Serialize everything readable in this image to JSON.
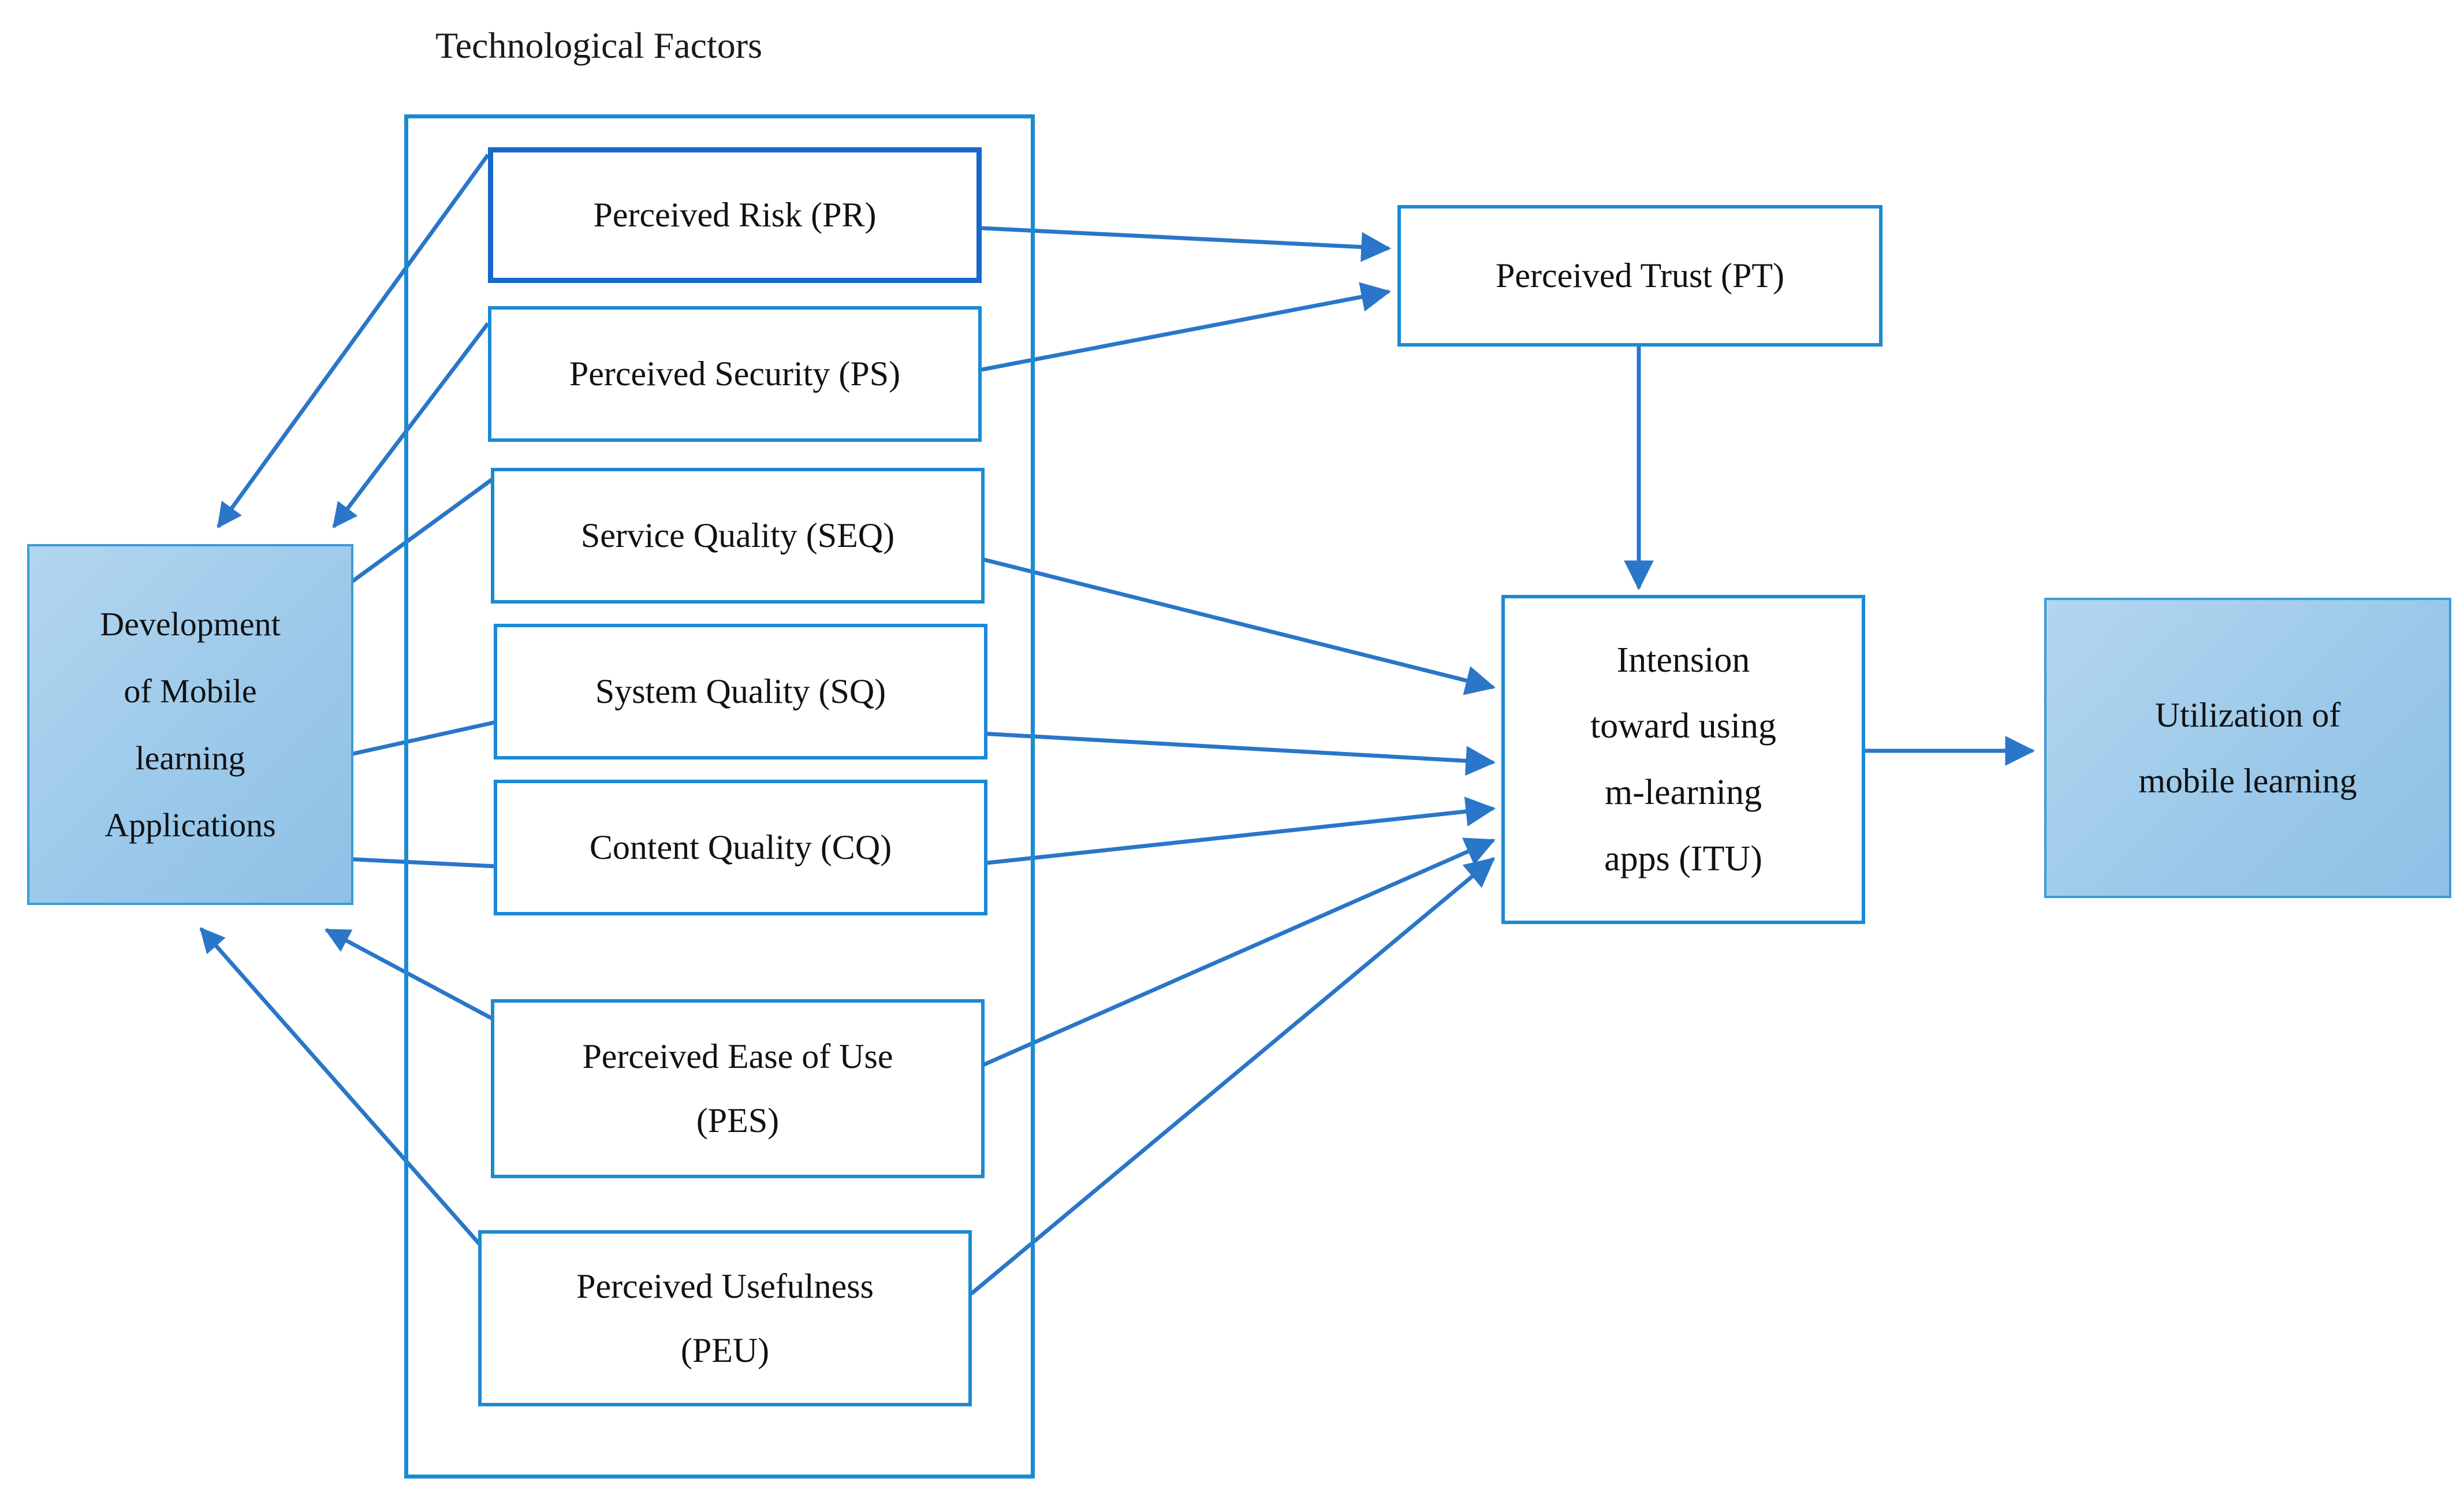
{
  "diagram": {
    "title": "Technological Factors",
    "accent_border": "#1b8ad4",
    "accent_strong": "#1668c9",
    "arrow_color": "#2a76c8",
    "fill_light": "#9cc9ea",
    "text_color": "#111111"
  },
  "group": {
    "label": "Technological Factors"
  },
  "nodes": {
    "development": {
      "line1": "Development",
      "line2": "of Mobile",
      "line3": "learning",
      "line4": "Applications"
    },
    "perceived_risk": {
      "label": "Perceived Risk (PR)"
    },
    "perceived_security": {
      "label": "Perceived Security (PS)"
    },
    "service_quality": {
      "label": "Service Quality (SEQ)"
    },
    "system_quality": {
      "label": "System Quality (SQ)"
    },
    "content_quality": {
      "label": "Content Quality (CQ)"
    },
    "perceived_ease_of_use": {
      "line1": "Perceived Ease of Use",
      "line2": "(PES)"
    },
    "perceived_usefulness": {
      "line1": "Perceived Usefulness",
      "line2": "(PEU)"
    },
    "perceived_trust": {
      "label": "Perceived Trust (PT)"
    },
    "intension": {
      "line1": "Intension",
      "line2": "toward using",
      "line3": "m-learning",
      "line4": "apps (ITU)"
    },
    "utilization": {
      "line1": "Utilization of",
      "line2": "mobile learning"
    }
  },
  "edges": [
    {
      "from": "perceived_risk",
      "to": "development"
    },
    {
      "from": "perceived_security",
      "to": "development"
    },
    {
      "from": "service_quality",
      "to": "development"
    },
    {
      "from": "system_quality",
      "to": "development"
    },
    {
      "from": "content_quality",
      "to": "development"
    },
    {
      "from": "perceived_ease_of_use",
      "to": "development"
    },
    {
      "from": "perceived_usefulness",
      "to": "development"
    },
    {
      "from": "perceived_risk",
      "to": "perceived_trust"
    },
    {
      "from": "perceived_security",
      "to": "perceived_trust"
    },
    {
      "from": "perceived_trust",
      "to": "intension"
    },
    {
      "from": "service_quality",
      "to": "intension"
    },
    {
      "from": "system_quality",
      "to": "intension"
    },
    {
      "from": "content_quality",
      "to": "intension"
    },
    {
      "from": "perceived_ease_of_use",
      "to": "intension"
    },
    {
      "from": "perceived_usefulness",
      "to": "intension"
    },
    {
      "from": "intension",
      "to": "utilization"
    }
  ]
}
